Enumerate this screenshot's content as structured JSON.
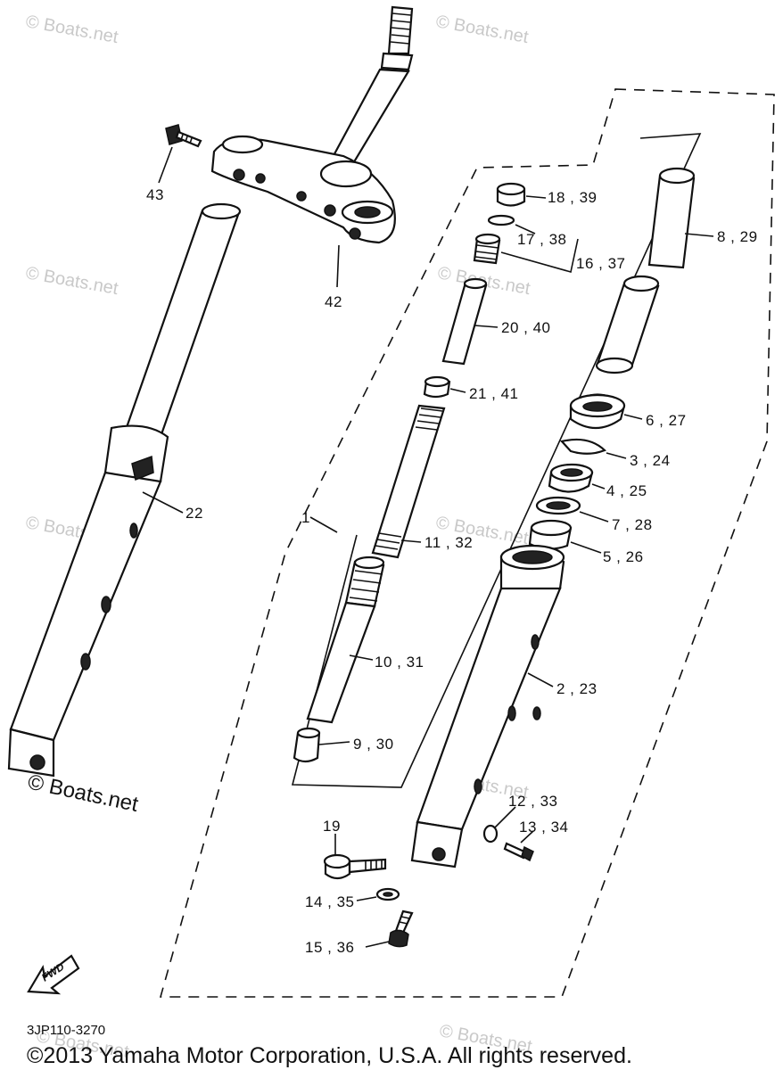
{
  "watermarks": [
    "© Boats.net",
    "© Boats.net",
    "© Boats.net",
    "© Boats.net",
    "© Boats.net",
    "© Boats.net",
    "© Boats.net",
    "© Boats.net",
    "© Boats.net",
    "© Boats.net"
  ],
  "watermark_main": "© Boats.net",
  "diagram_code": "3JP110-3270",
  "copyright": "©2013 Yamaha Motor Corporation, U.S.A. All rights reserved.",
  "fwd_label": "FWD",
  "callouts": {
    "c1": "1",
    "c43": "43",
    "c42": "42",
    "c22": "22",
    "c18_39": "18 , 39",
    "c17_38": "17 , 38",
    "c16_37": "16 , 37",
    "c8_29": "8 , 29",
    "c20_40": "20 , 40",
    "c21_41": "21 , 41",
    "c6_27": "6 , 27",
    "c3_24": "3 , 24",
    "c4_25": "4 , 25",
    "c7_28": "7 , 28",
    "c11_32": "11 , 32",
    "c5_26": "5 , 26",
    "c10_31": "10 , 31",
    "c2_23": "2 , 23",
    "c9_30": "9 , 30",
    "c12_33": "12 , 33",
    "c13_34": "13 , 34",
    "c19": "19",
    "c14_35": "14 , 35",
    "c15_36": "15 , 36"
  }
}
